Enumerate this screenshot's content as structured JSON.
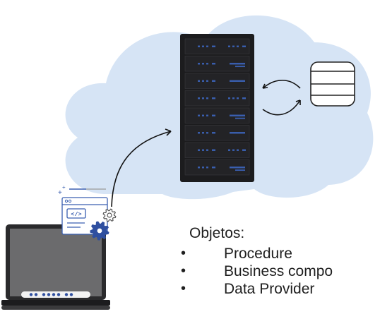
{
  "diagram": {
    "cloud_color": "#d6e4f5",
    "server_color": "#1c1c1e",
    "server_led_color": "#3a5fb0",
    "server_unit_count": 8,
    "icons": [
      "cloud-icon",
      "server-rack-icon",
      "database-icon",
      "laptop-icon",
      "web-code-window-icon",
      "gear-icon",
      "sync-arrows-icon",
      "curved-arrow-icon"
    ]
  },
  "objetos": {
    "heading": "Objetos:",
    "bullet": "•",
    "items": [
      "Procedure",
      "Business compo",
      "Data Provider"
    ]
  }
}
